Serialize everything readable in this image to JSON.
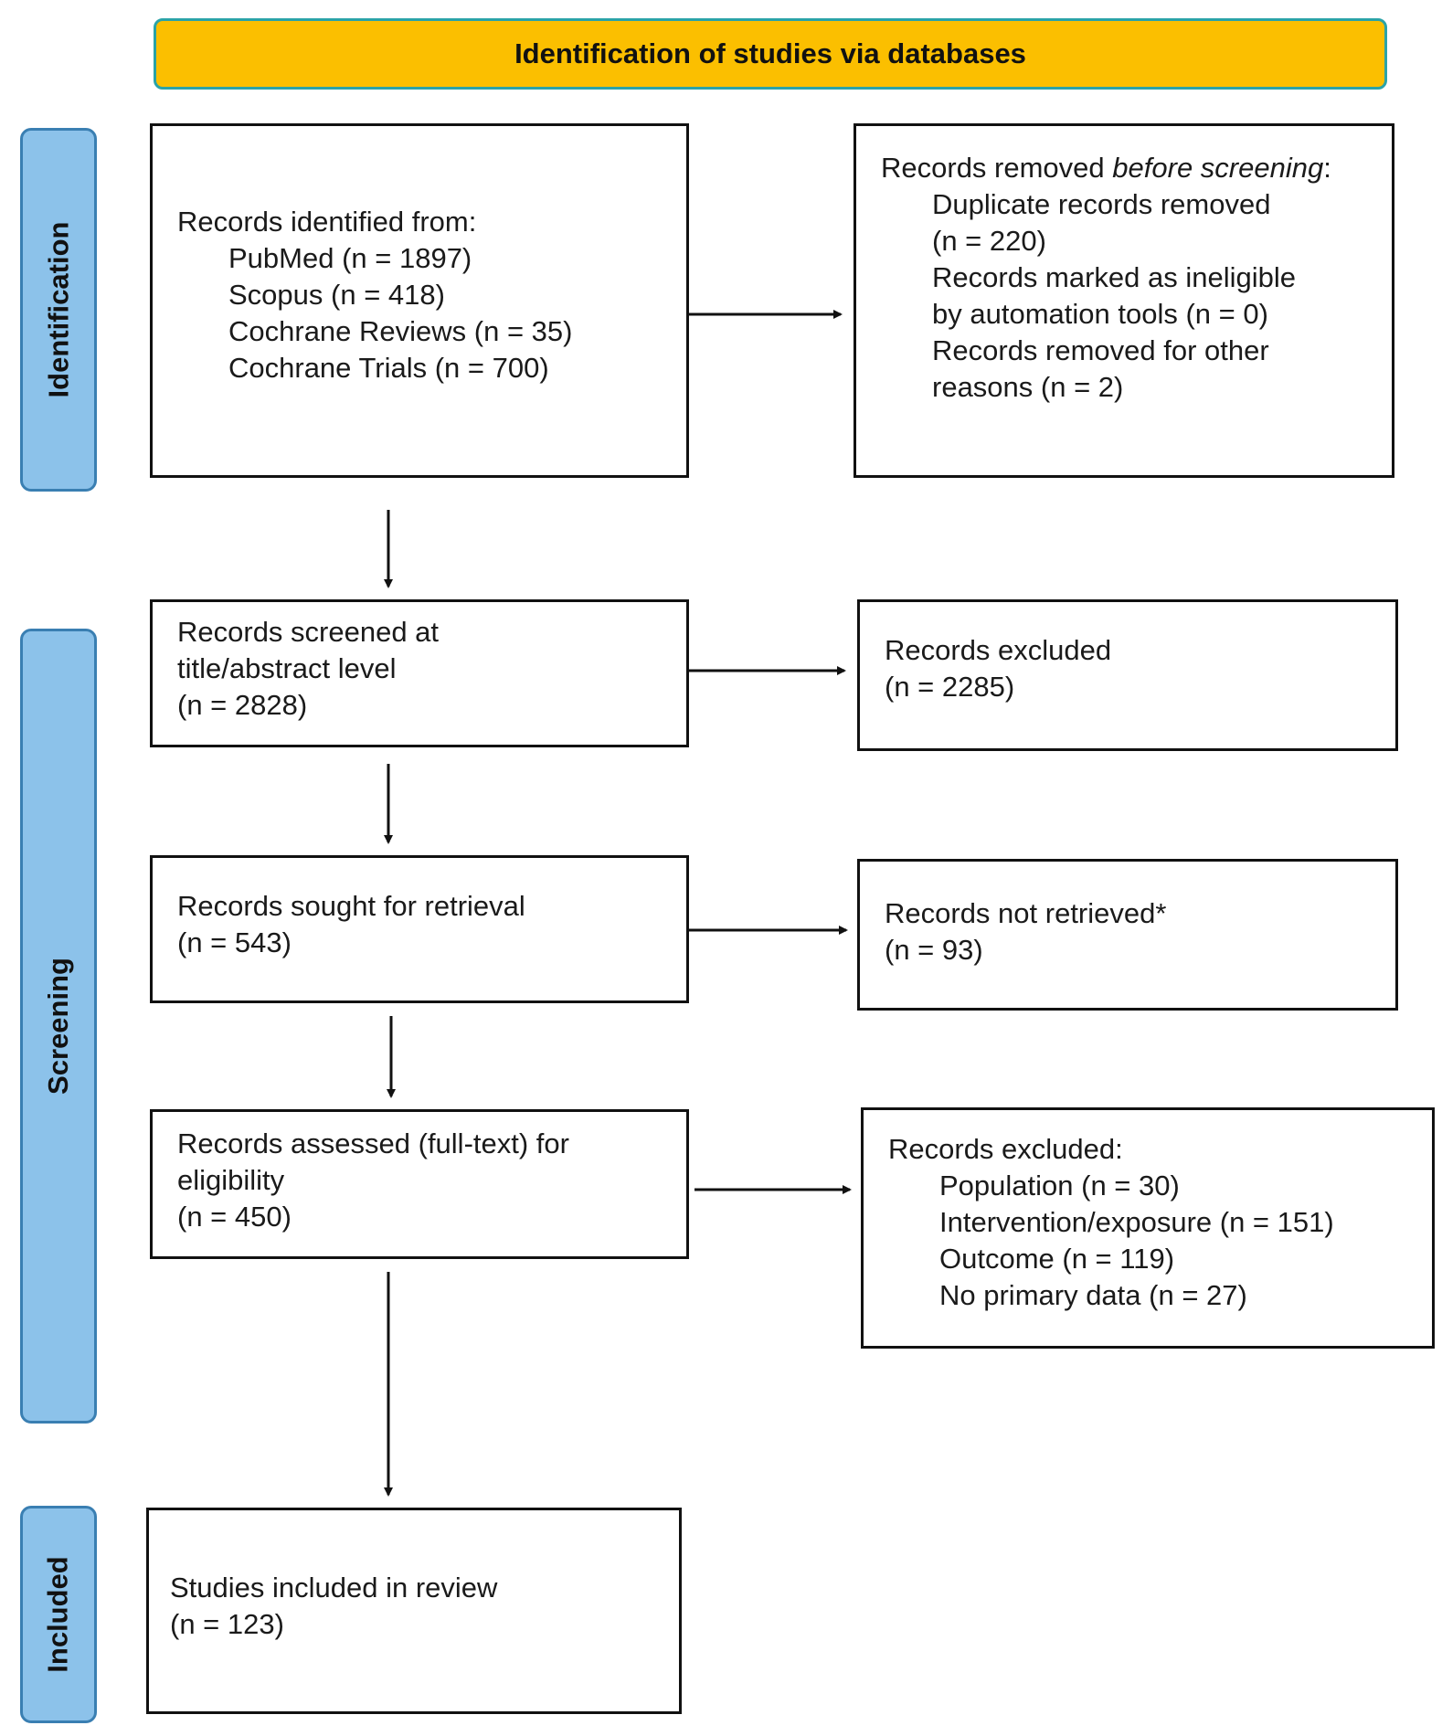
{
  "banner": {
    "title": "Identification of studies via databases"
  },
  "phases": {
    "identification": "Identification",
    "screening": "Screening",
    "included": "Included"
  },
  "identified": {
    "heading": "Records identified from:",
    "items": [
      "PubMed (n = 1897)",
      "Scopus (n = 418)",
      "Cochrane Reviews (n = 35)",
      "Cochrane Trials (n = 700)"
    ]
  },
  "removed": {
    "heading_prefix": "Records removed ",
    "heading_em": "before screening",
    "heading_suffix": ":",
    "items": [
      "Duplicate records removed",
      "(n = 220)",
      "Records marked as ineligible",
      "by automation tools (n = 0)",
      "Records removed for other",
      "reasons (n = 2)"
    ]
  },
  "screened": {
    "line1": "Records screened at",
    "line2": "title/abstract level",
    "count": "(n = 2828)"
  },
  "excluded1": {
    "label": "Records excluded",
    "count": "(n = 2285)"
  },
  "sought": {
    "label": "Records sought for retrieval",
    "count": "(n = 543)"
  },
  "not_retrieved": {
    "label": "Records not retrieved*",
    "count": "(n = 93)"
  },
  "assessed": {
    "line1": "Records assessed (full-text) for",
    "line2": "eligibility",
    "count": "(n = 450)"
  },
  "excluded2": {
    "heading": "Records excluded:",
    "items": [
      "Population (n = 30)",
      "Intervention/exposure (n = 151)",
      "Outcome (n = 119)",
      "No primary data (n = 27)"
    ]
  },
  "included": {
    "label": "Studies included in review",
    "count": "(n = 123)"
  },
  "colors": {
    "banner_fill": "#fbbf00",
    "banner_border": "#2aa3a8",
    "phase_fill": "#8cc2ea",
    "phase_border": "#3a7fb2"
  }
}
